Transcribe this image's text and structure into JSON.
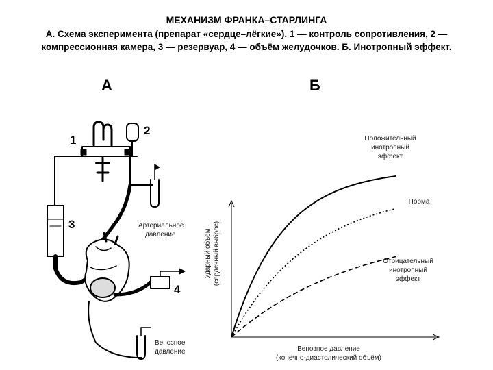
{
  "header": {
    "title": "МЕХАНИЗМ ФРАНКА–СТАРЛИНГА",
    "caption": "А. Схема эксперимента (препарат «сердце–лёгкие»). 1 — контроль сопротивления, 2 — компрессионная камера, 3 — резервуар, 4 — объём желудочков. Б. Инотропный эффект."
  },
  "panels": {
    "a_letter": "А",
    "b_letter": "Б"
  },
  "diagram_a": {
    "label_1": "1",
    "label_2": "2",
    "label_3": "3",
    "label_4": "4",
    "arterial_l1": "Артериальное",
    "arterial_l2": "давление",
    "venous_l1": "Венозное",
    "venous_l2": "давление"
  },
  "chart_data": {
    "type": "line",
    "ylabel_l1": "Ударный объём",
    "ylabel_l2": "(сердечный выброс)",
    "xlabel_l1": "Венозное давление",
    "xlabel_l2": "(конечно-диастолический объём)",
    "series": [
      {
        "name": "Положительный инотропный эффект",
        "label_lines": [
          "Положительный",
          "инотропный",
          "эффект"
        ],
        "style": "solid",
        "k": 3.2,
        "ymax": 0.94
      },
      {
        "name": "Норма",
        "label_lines": [
          "Норма"
        ],
        "style": "dotted",
        "k": 2.0,
        "ymax": 0.75
      },
      {
        "name": "Отрицательный инотропный эффект",
        "label_lines": [
          "Отрицательный",
          "инотропный",
          "эффект"
        ],
        "style": "dashed",
        "k": 1.3,
        "ymax": 0.47
      }
    ]
  }
}
